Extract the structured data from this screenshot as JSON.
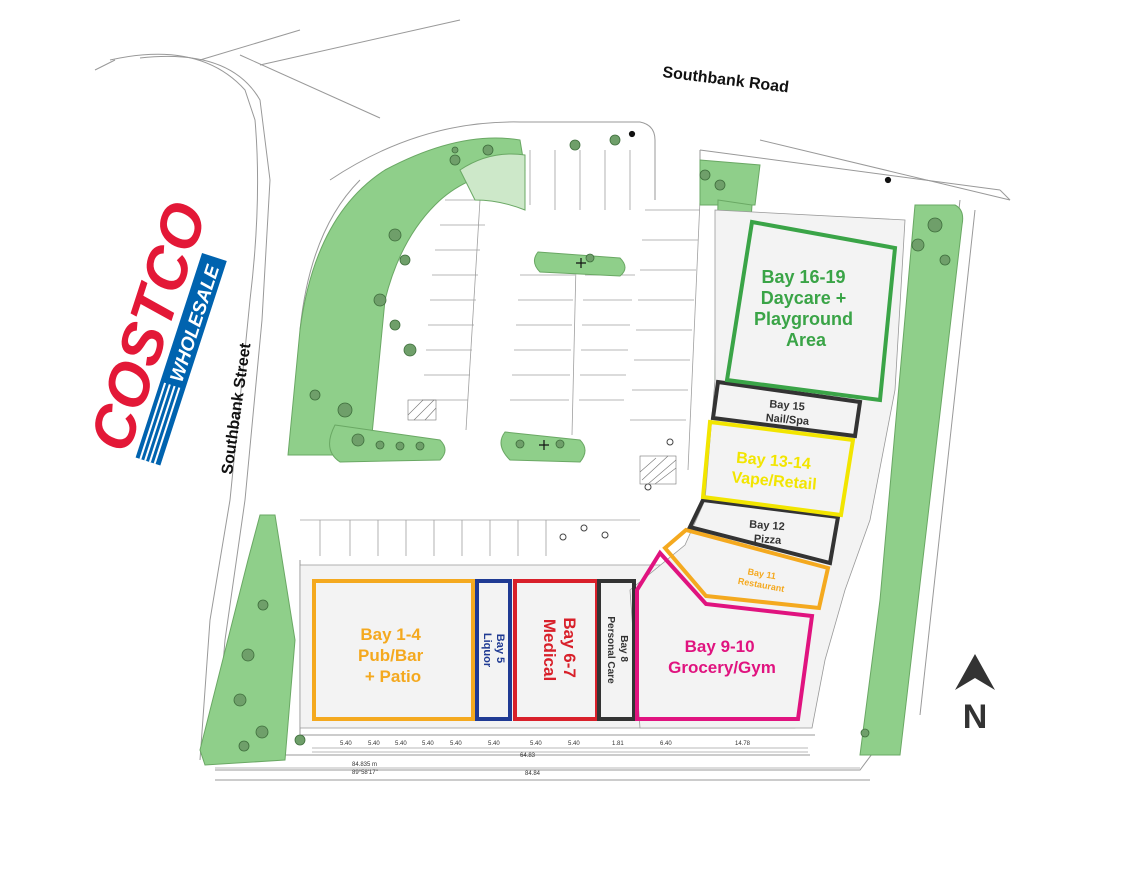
{
  "roads": {
    "north": "Southbank Road",
    "west": "Southbank Street"
  },
  "logo": {
    "name": "costco-wholesale-logo",
    "top": "COSTCO",
    "bottom": "WHOLESALE",
    "colors": {
      "red": "#e31837",
      "blue": "#0063af"
    }
  },
  "compass": {
    "letter": "N"
  },
  "bays": [
    {
      "id": "bay-1-4",
      "lines": [
        "Bay 1-4",
        "Pub/Bar",
        "+ Patio"
      ],
      "color": "#f4a91f"
    },
    {
      "id": "bay-5",
      "lines": [
        "Bay 5",
        "Liquor"
      ],
      "color": "#1f3a93"
    },
    {
      "id": "bay-6-7",
      "lines": [
        "Bay 6-7",
        "Medical"
      ],
      "color": "#d8202a"
    },
    {
      "id": "bay-8",
      "lines": [
        "Bay 8",
        "Personal Care"
      ],
      "color": "#333333"
    },
    {
      "id": "bay-9-10",
      "lines": [
        "Bay 9-10",
        "Grocery/Gym"
      ],
      "color": "#e0137f"
    },
    {
      "id": "bay-11",
      "lines": [
        "Bay 11",
        "Restaurant"
      ],
      "color": "#f4a91f"
    },
    {
      "id": "bay-12",
      "lines": [
        "Bay 12",
        "Pizza"
      ],
      "color": "#333333"
    },
    {
      "id": "bay-13-14",
      "lines": [
        "Bay 13-14",
        "Vape/Retail"
      ],
      "color": "#f2e500"
    },
    {
      "id": "bay-15",
      "lines": [
        "Bay 15",
        "Nail/Spa"
      ],
      "color": "#333333"
    },
    {
      "id": "bay-16-19",
      "lines": [
        "Bay 16-19",
        "Daycare +",
        "Playground",
        "Area"
      ],
      "color": "#3aa447"
    }
  ],
  "dimensions": {
    "south_segments": [
      "5.40",
      "5.40",
      "5.40",
      "5.40",
      "5.40",
      "5.40",
      "5.40",
      "5.40",
      "1.81",
      "6.40",
      "14.78"
    ],
    "sub_total": "64.83",
    "total": "84.84",
    "survey_length": "84.835 m",
    "survey_bearing": "89°58'17\""
  },
  "colors": {
    "landscape": "#8fcf8a",
    "landscape_edge": "#6aa864",
    "building_fill": "#f3f3f3",
    "lines": "#888888"
  }
}
